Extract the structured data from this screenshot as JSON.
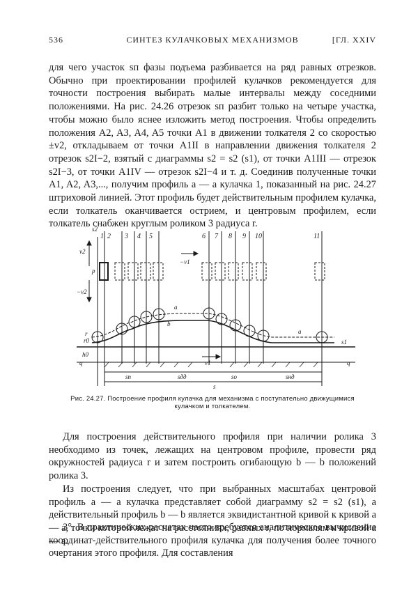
{
  "header": {
    "page_number": "536",
    "title": "СИНТЕЗ КУЛАЧКОВЫХ МЕХАНИЗМОВ",
    "chapter": "[ГЛ. XXIV"
  },
  "paragraphs": [
    "для чего участок sп фазы подъема разбивается на ряд равных отрезков. Обычно при проектировании профилей кулачков рекомендуется для точности построения выбирать малые интервалы между соседними положениями. На рис. 24.26 отрезок sп разбит только на четыре участка, чтобы можно было яснее изложить метод построения. Чтобы определить положения A2, A3, A4, A5 точки A1 в движении толкателя 2 со скоростью ±v2, откладываем от точки A1II в направлении движения толкателя 2 отрезок s2I−2, взятый с диаграммы s2 = s2 (s1), от точки A1III — отрезок s2I−3, от точки A1IV — отрезок s2I−4 и т. д. Соединив полученные точки A1, A2, A3,..., получим профиль a — a кулачка 1, показанный на рис. 24.27 штриховой линией. Этот профиль будет действительным профилем кулачка, если толкатель оканчивается острием, и центровым профилем, если толкатель снабжен круглым роликом 3 радиуса r.",
    "Для построения действительного профиля при наличии ролика 3 необходимо из точек, лежащих на центровом профиле, провести ряд окружностей радиуса r и затем построить огибающую b — b положений ролика 3.",
    "Из построения следует, что при выбранных масштабах центровой профиль a — a кулачка представляет собой диаграмму s2 = s2 (s1), а действительный профиль b — b является эквидистантной кривой к кривой a — a, точки которой лежат на расстояниях, равных r, по нормалям к кривой a — a.",
    "3°. В практических расчетах часто требуется аналитическое вычисление координат-действительного профиля кулачка для получения более точного очертания этого профиля. Для составления"
  ],
  "figure": {
    "caption": "Рис. 24.27. Построение профиля кулачка для механизма с поступательно движущимися кулачком и толкателем.",
    "labels": {
      "s2": "s2",
      "v2_up": "v2",
      "v2_down": "−v2",
      "p": "p",
      "v1_top": "−v1",
      "v1_bottom": "v1",
      "a_top": "a",
      "a_right": "a",
      "b": "b",
      "s1": "s1",
      "q_left": "q",
      "q_right": "q",
      "sp": "sп",
      "sdd": "sдд",
      "so": "sо",
      "snd": "sнд",
      "s": "s",
      "r": "r",
      "h0": "h0",
      "r0": "r0"
    },
    "position_numbers": [
      "1",
      "2",
      "3",
      "4",
      "5",
      "6",
      "7",
      "8",
      "9",
      "10",
      "11"
    ]
  }
}
